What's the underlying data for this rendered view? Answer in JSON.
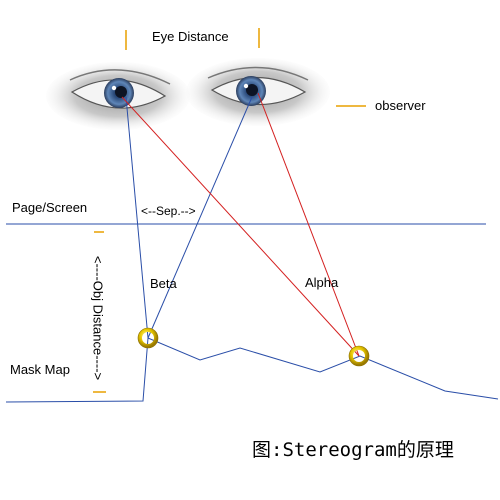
{
  "labels": {
    "eye_distance": "Eye Distance",
    "observer": "observer",
    "page_screen": "Page/Screen",
    "separation": "<--Sep.-->",
    "beta": "Beta",
    "alpha": "Alpha",
    "obj_distance": "<----Obj Distance---->",
    "mask_map": "Mask Map"
  },
  "caption": "图:Stereogram的原理",
  "icons": {
    "left_eye": "eye-icon",
    "right_eye": "eye-icon",
    "intersection_marker": "ring-marker-icon"
  },
  "colors": {
    "blue_lines": "#2a4ea8",
    "red_lines": "#d42020",
    "marker_yellow": "#e8c800",
    "tick_orange": "#e8a000",
    "iris_blue": "#3a5a8a"
  }
}
